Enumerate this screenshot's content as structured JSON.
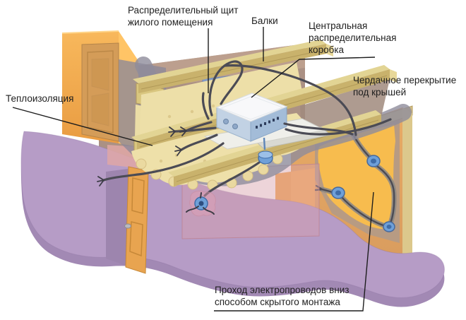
{
  "figure_type": "cutaway illustration of attic electrical wiring",
  "labels": {
    "panel": {
      "line1": "Распределительный щит",
      "line2": "жилого помещения"
    },
    "beams": {
      "text": "Балки"
    },
    "central_box": {
      "line1": "Центральная",
      "line2": "распределительная",
      "line3": "коробка"
    },
    "attic": {
      "line1": "Чердачное перекрытие",
      "line2": "под крышей"
    },
    "insulation": {
      "text": "Теплоизоляция"
    },
    "hidden_wiring": {
      "line1": "Проход электропроводов вниз",
      "line2": "способом скрытого монтажа"
    }
  },
  "colors": {
    "wall_orange": "#f0a64e",
    "wall_highlight": "#ffc466",
    "door_tan": "#d49c58",
    "back_wall": "#ab9184",
    "beam_front": "#c9b26c",
    "beam_top": "#e2d494",
    "insulation_yellow": "#eee0a9",
    "slab_gray": "#8f8c9b",
    "floor_lavender": "#b69cc6",
    "floor_side": "#a289b4",
    "partition_pink": "#d6a0aa",
    "junction_blue": "#6fa0d8",
    "panel_blue": "#829bc8",
    "wire_dark": "#4b4b55",
    "recess_yellow": "#f7bc4e",
    "box_white": "#f8f8fa",
    "text": "#1f1f1f"
  }
}
